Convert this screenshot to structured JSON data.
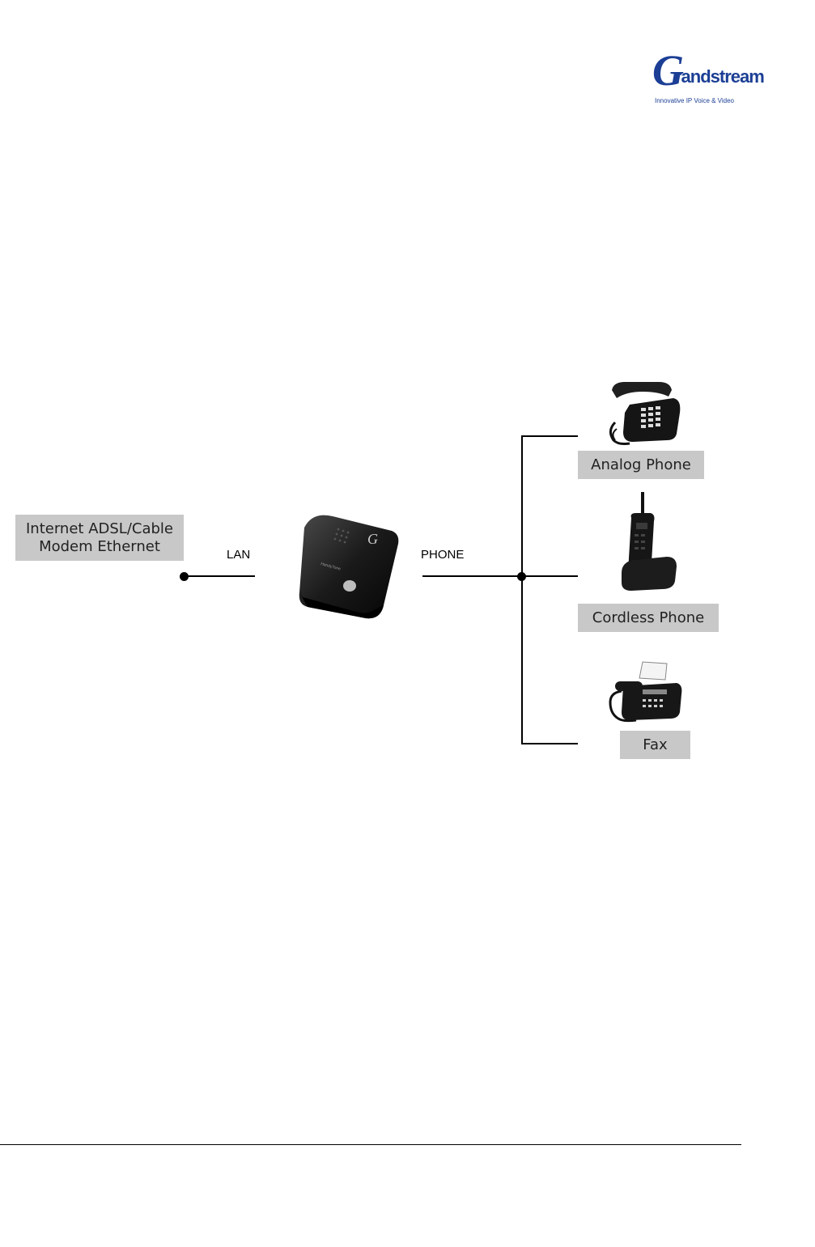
{
  "logo": {
    "letter": "G",
    "wordmark": "randstream",
    "tagline": "Innovative IP Voice & Video",
    "color": "#1c3f95"
  },
  "source": {
    "label_line1": "Internet ADSL/Cable",
    "label_line2": "Modem Ethernet"
  },
  "ports": {
    "lan": "LAN",
    "phone": "PHONE"
  },
  "devices": {
    "analog_phone": "Analog Phone",
    "cordless_phone": "Cordless Phone",
    "fax": "Fax"
  },
  "colors": {
    "label_bg": "#c8c8c8",
    "wire": "#000000"
  }
}
